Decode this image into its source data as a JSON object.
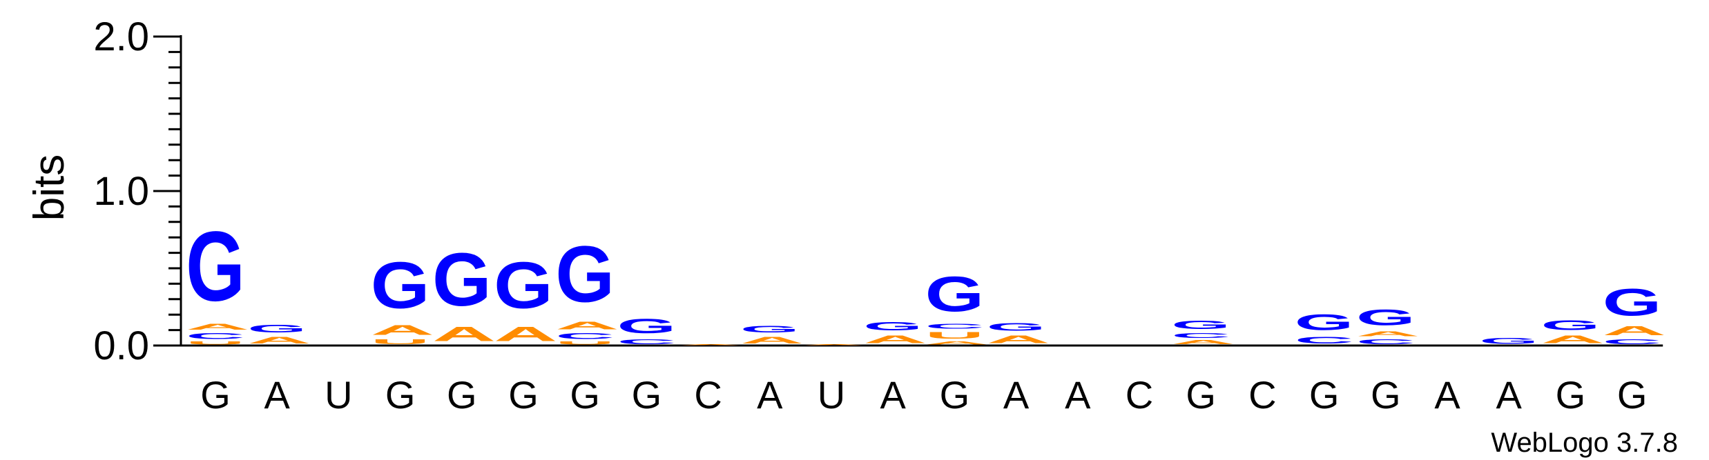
{
  "chart_data": {
    "type": "sequence-logo",
    "ylabel": "bits",
    "ylim": [
      0,
      2.0
    ],
    "yticks": [
      "0.0",
      "1.0",
      "2.0"
    ],
    "xlabels": [
      "G",
      "A",
      "U",
      "G",
      "G",
      "G",
      "G",
      "G",
      "C",
      "A",
      "U",
      "A",
      "G",
      "A",
      "A",
      "C",
      "G",
      "C",
      "G",
      "G",
      "A",
      "A",
      "G",
      "G"
    ],
    "colors": {
      "G": "#0000ff",
      "C": "#0000ff",
      "A": "#ff8c00",
      "U": "#ff8c00"
    },
    "positions": [
      [
        {
          "l": "U",
          "h": 0.03
        },
        {
          "l": "C",
          "h": 0.06
        },
        {
          "l": "A",
          "h": 0.06
        },
        {
          "l": "G",
          "h": 0.72
        }
      ],
      [
        {
          "l": "A",
          "h": 0.07
        },
        {
          "l": "G",
          "h": 0.08
        }
      ],
      [],
      [
        {
          "l": "U",
          "h": 0.05
        },
        {
          "l": "A",
          "h": 0.1
        },
        {
          "l": "G",
          "h": 0.48
        }
      ],
      [
        {
          "l": "A",
          "h": 0.15
        },
        {
          "l": "G",
          "h": 0.55
        }
      ],
      [
        {
          "l": "A",
          "h": 0.15
        },
        {
          "l": "G",
          "h": 0.48
        }
      ],
      [
        {
          "l": "U",
          "h": 0.03
        },
        {
          "l": "C",
          "h": 0.06
        },
        {
          "l": "A",
          "h": 0.08
        },
        {
          "l": "G",
          "h": 0.58
        }
      ],
      [
        {
          "l": "C",
          "h": 0.05
        },
        {
          "l": "G",
          "h": 0.15
        }
      ],
      [
        {
          "l": "A",
          "h": 0.01
        }
      ],
      [
        {
          "l": "A",
          "h": 0.07
        },
        {
          "l": "G",
          "h": 0.07
        }
      ],
      [
        {
          "l": "A",
          "h": 0.01
        }
      ],
      [
        {
          "l": "A",
          "h": 0.08
        },
        {
          "l": "G",
          "h": 0.09
        }
      ],
      [
        {
          "l": "A",
          "h": 0.03
        },
        {
          "l": "U",
          "h": 0.07
        },
        {
          "l": "C",
          "h": 0.05
        },
        {
          "l": "G",
          "h": 0.36
        }
      ],
      [
        {
          "l": "A",
          "h": 0.08
        },
        {
          "l": "G",
          "h": 0.08
        }
      ],
      [],
      [],
      [
        {
          "l": "A",
          "h": 0.04
        },
        {
          "l": "C",
          "h": 0.05
        },
        {
          "l": "G",
          "h": 0.09
        }
      ],
      [],
      [
        {
          "l": "C",
          "h": 0.07
        },
        {
          "l": "G",
          "h": 0.16
        }
      ],
      [
        {
          "l": "C",
          "h": 0.05
        },
        {
          "l": "A",
          "h": 0.05
        },
        {
          "l": "G",
          "h": 0.16
        }
      ],
      [],
      [
        {
          "l": "G",
          "h": 0.06
        }
      ],
      [
        {
          "l": "A",
          "h": 0.08
        },
        {
          "l": "G",
          "h": 0.1
        }
      ],
      [
        {
          "l": "C",
          "h": 0.05
        },
        {
          "l": "A",
          "h": 0.09
        },
        {
          "l": "G",
          "h": 0.28
        }
      ]
    ],
    "footer": "WebLogo 3.7.8"
  }
}
